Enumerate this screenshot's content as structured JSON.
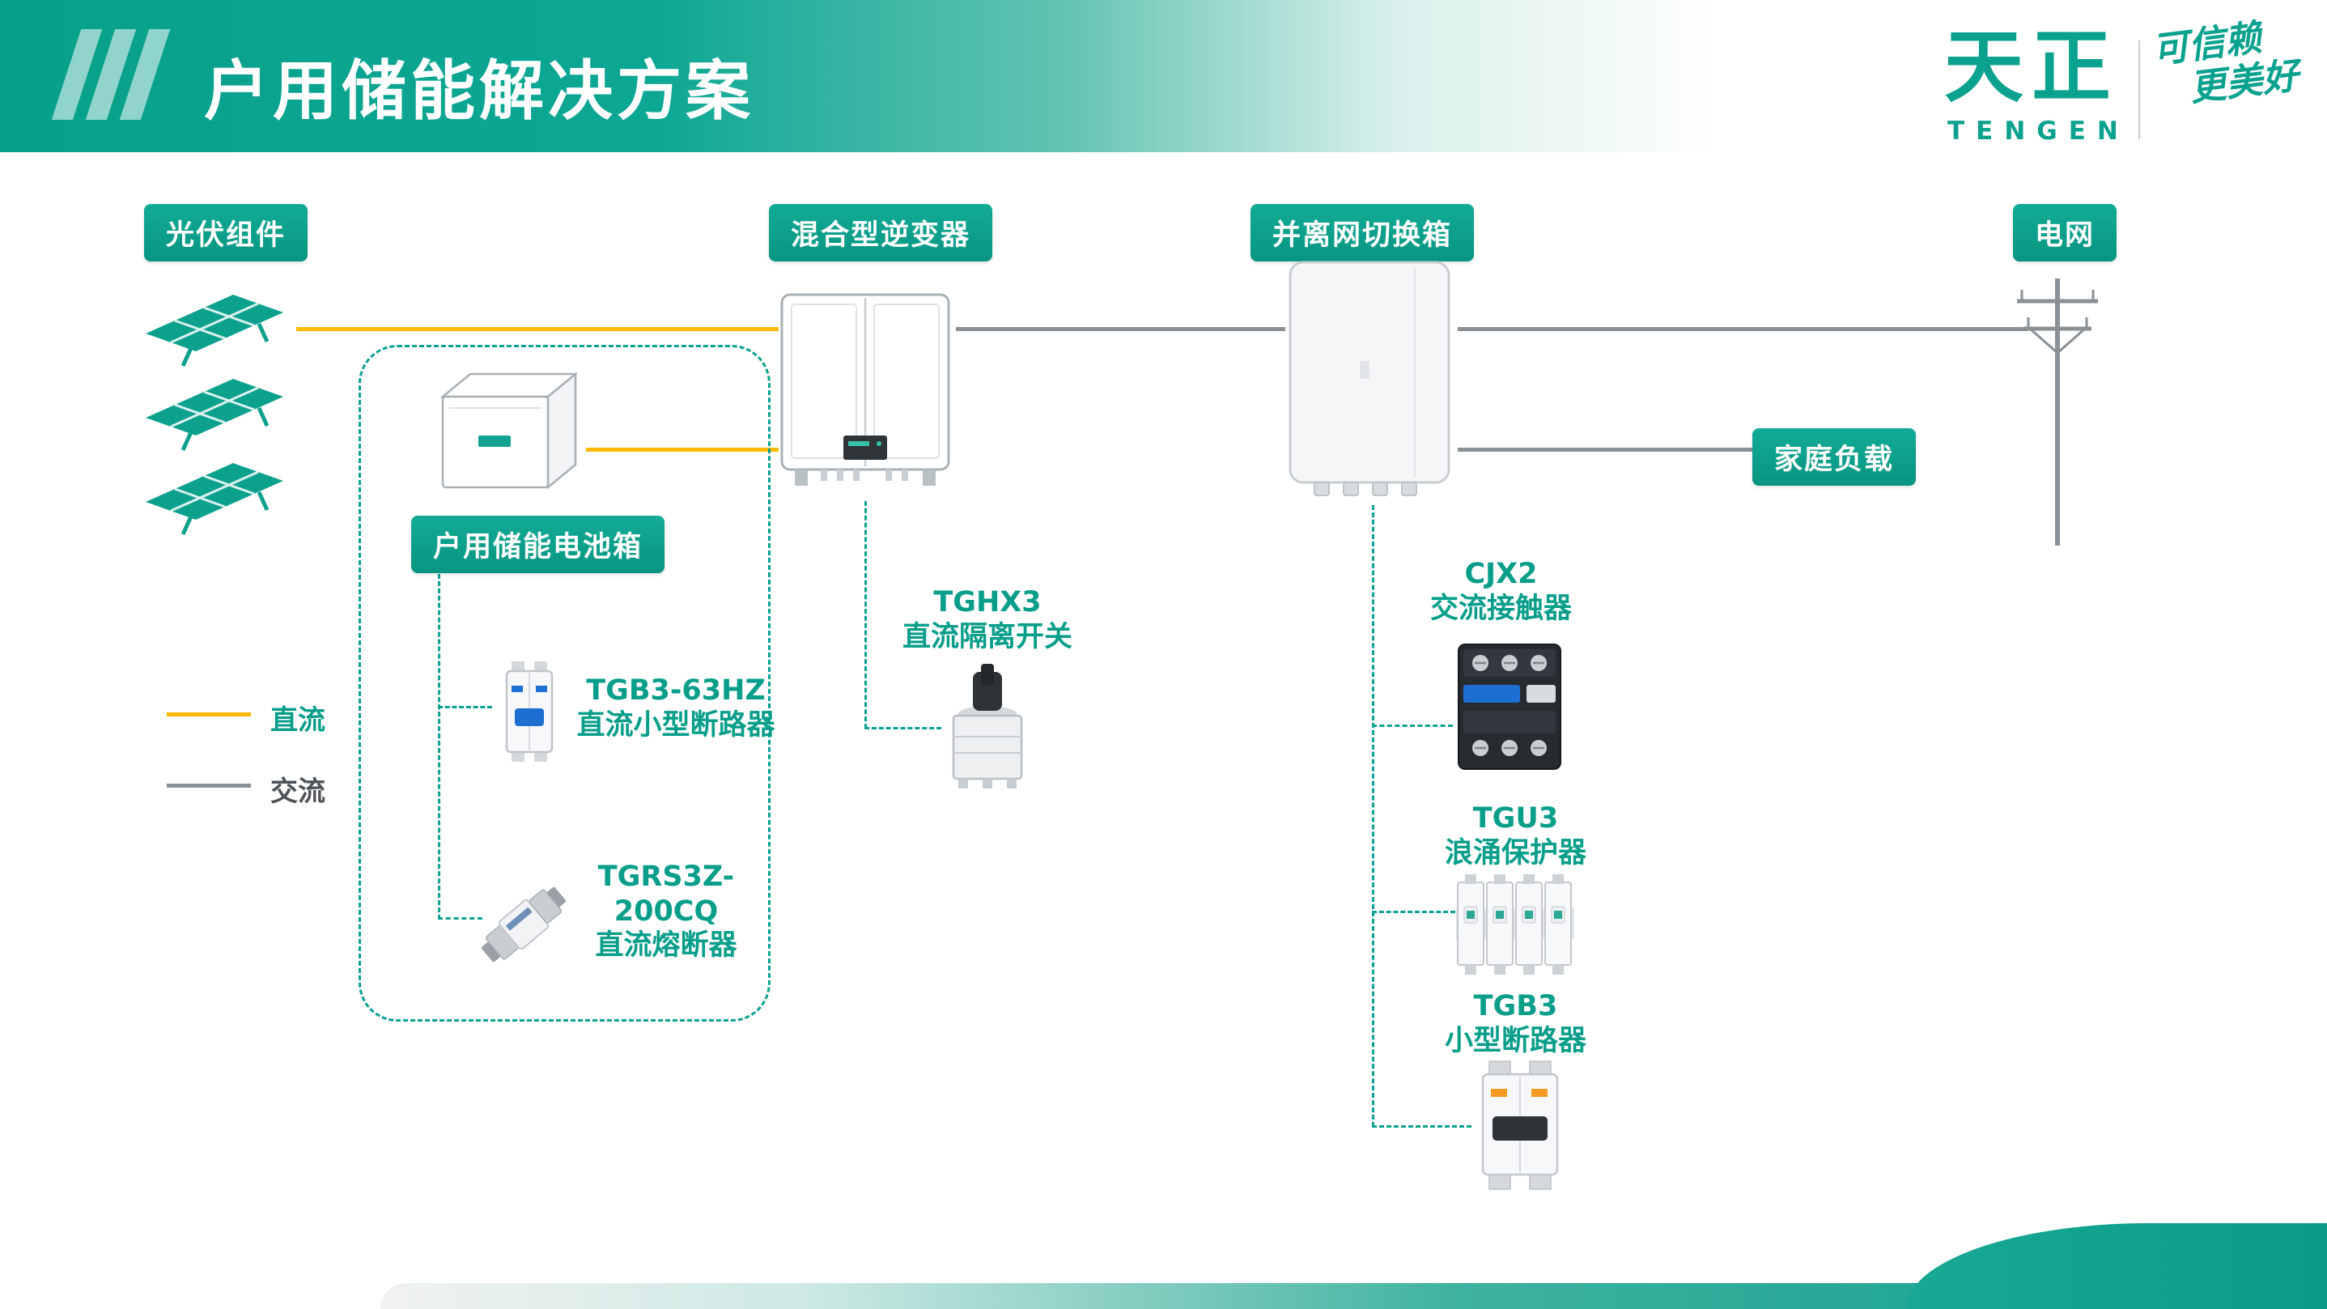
{
  "header": {
    "title": "户用储能解决方案"
  },
  "brand": {
    "logo_cn": "天正",
    "logo_en": "TENGEN",
    "slogan_line1": "可信赖",
    "slogan_line2": "更美好"
  },
  "labels": {
    "pv_modules": "光伏组件",
    "hybrid_inverter": "混合型逆变器",
    "grid_switch_box": "并离网切换箱",
    "power_grid": "电网",
    "home_load": "家庭负载",
    "battery_box": "户用储能电池箱"
  },
  "components": {
    "dc_breaker": {
      "model": "TGB3-63HZ",
      "name": "直流小型断路器"
    },
    "dc_fuse": {
      "model": "TGRS3Z-200CQ",
      "name": "直流熔断器"
    },
    "dc_isolator": {
      "model": "TGHX3",
      "name": "直流隔离开关"
    },
    "ac_contactor": {
      "model": "CJX2",
      "name": "交流接触器"
    },
    "surge_protector": {
      "model": "TGU3",
      "name": "浪涌保护器"
    },
    "mcb": {
      "model": "TGB3",
      "name": "小型断路器"
    }
  },
  "legend": {
    "dc": "直流",
    "ac": "交流"
  },
  "colors": {
    "teal": "#0AA28E",
    "dc_yellow": "#FFB900",
    "ac_gray": "#8A9094"
  }
}
